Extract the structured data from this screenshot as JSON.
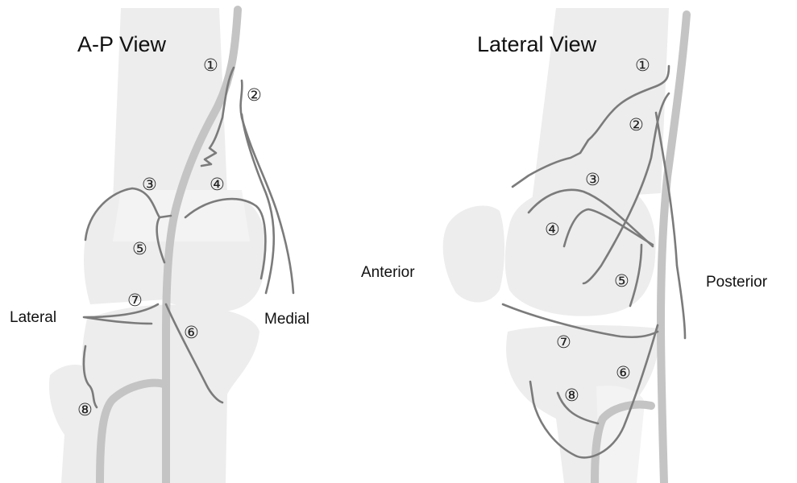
{
  "panels": {
    "ap": {
      "title": "A-P View",
      "lateral_label": "Lateral",
      "medial_label": "Medial",
      "markers": [
        "①",
        "②",
        "③",
        "④",
        "⑤",
        "⑥",
        "⑦",
        "⑧"
      ]
    },
    "lat": {
      "title": "Lateral View",
      "anterior_label": "Anterior",
      "posterior_label": "Posterior",
      "markers": [
        "①",
        "②",
        "③",
        "④",
        "⑤",
        "⑥",
        "⑦",
        "⑧"
      ]
    }
  }
}
